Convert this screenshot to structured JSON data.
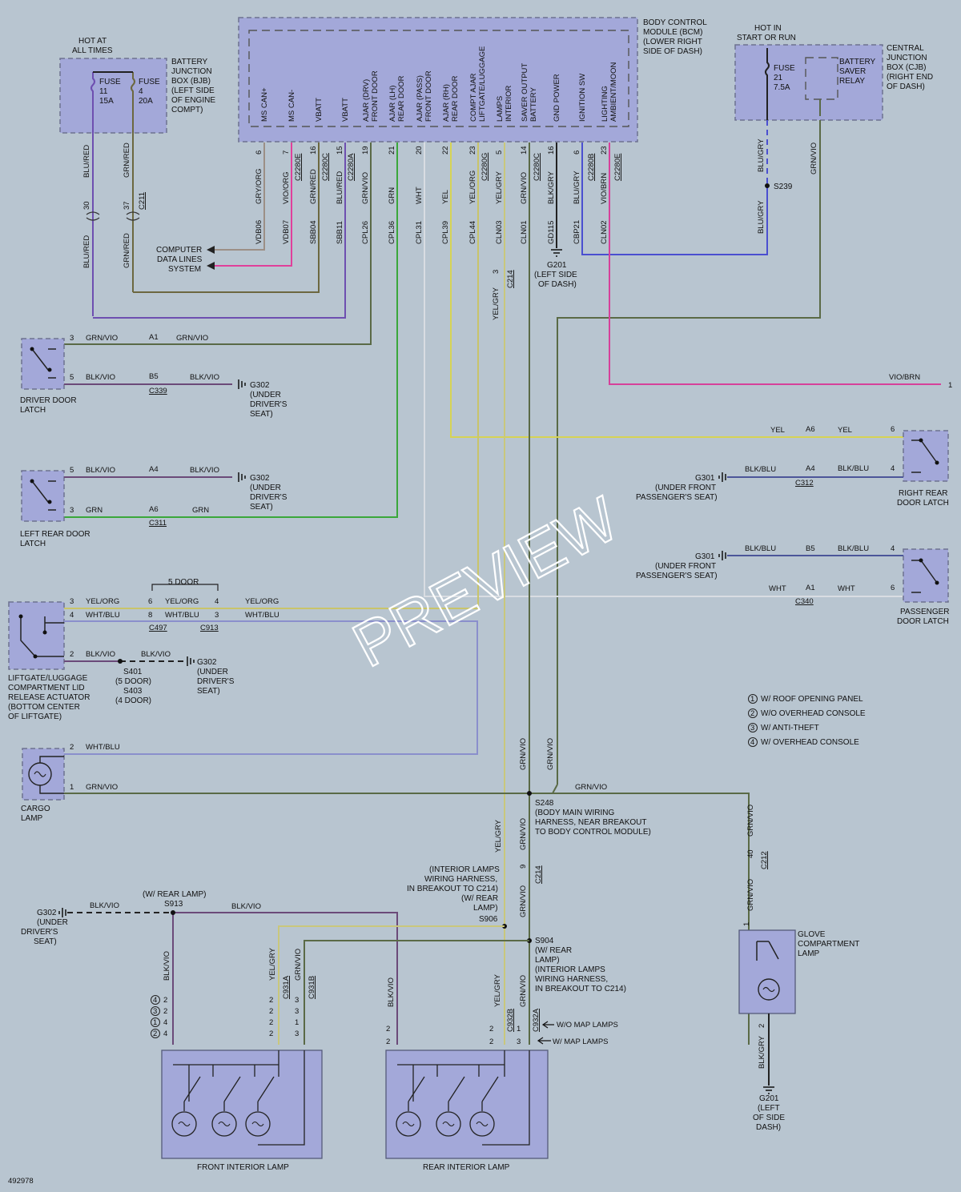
{
  "figure_id": "492978",
  "watermark": "PREVIEW",
  "bcm": {
    "title": [
      "BODY CONTROL",
      "MODULE (BCM)",
      "(LOWER RIGHT",
      "SIDE OF DASH)"
    ],
    "pins": [
      {
        "label": "MS CAN+",
        "pin": "6",
        "wire": "GRY/ORG",
        "circuit": "VDB06"
      },
      {
        "label": "MS CAN-",
        "pin": "7",
        "wire": "VIO/ORG",
        "circuit": "VDB07"
      },
      {
        "label": "VBATT",
        "pin": "16",
        "wire": "GRN/RED",
        "circuit": "SBB04"
      },
      {
        "label": "VBATT",
        "pin": "15",
        "wire": "BLU/RED",
        "circuit": "SBB11"
      },
      {
        "label": "FRONT DOOR AJAR (DRV)",
        "pin": "19",
        "wire": "GRN/VIO",
        "circuit": "CPL26"
      },
      {
        "label": "REAR DOOR AJAR (LH)",
        "pin": "21",
        "wire": "GRN",
        "circuit": "CPL36"
      },
      {
        "label": "FRONT DOOR AJAR (PASS)",
        "pin": "20",
        "wire": "WHT",
        "circuit": "CPL31"
      },
      {
        "label": "REAR DOOR AJAR (RH)",
        "pin": "22",
        "wire": "YEL",
        "circuit": "CPL39"
      },
      {
        "label": "LIFTGATE/LUGGAGE COMPT AJAR",
        "pin": "23",
        "wire": "YEL/ORG",
        "circuit": "CPL44"
      },
      {
        "label": "INTERIOR LAMPS",
        "pin": "5",
        "wire": "YEL/GRY",
        "circuit": "CLN03"
      },
      {
        "label": "BATTERY SAVER OUTPUT",
        "pin": "14",
        "wire": "GRN/VIO",
        "circuit": "CLN01"
      },
      {
        "label": "GND POWER",
        "pin": "16",
        "wire": "BLK/GRY",
        "circuit": "GD115"
      },
      {
        "label": "IGNITION SW",
        "pin": "6",
        "wire": "BLU/GRY",
        "circuit": "CBP21"
      },
      {
        "label": "AMBIENT/MOON LIGHTING",
        "pin": "23",
        "wire": "VIO/BRN",
        "circuit": "CLN02"
      }
    ],
    "connectors": [
      "C2280E",
      "C2280C",
      "C2280A",
      "C2280G",
      "C2280C",
      "C2280B",
      "C2280E"
    ]
  },
  "bjb": {
    "hot": [
      "HOT AT",
      "ALL TIMES"
    ],
    "title": [
      "BATTERY",
      "JUNCTION",
      "BOX (BJB)",
      "(LEFT SIDE",
      "OF ENGINE",
      "COMPT)"
    ],
    "fuse1": [
      "FUSE",
      "11",
      "15A"
    ],
    "fuse2": [
      "FUSE",
      "4",
      "20A"
    ],
    "wire1": "BLU/RED",
    "wire2": "GRN/RED",
    "pin1": "30",
    "pin2": "37",
    "connector": "C211"
  },
  "cjb": {
    "hot": [
      "HOT IN",
      "START OR RUN"
    ],
    "title": [
      "CENTRAL",
      "JUNCTION",
      "BOX (CJB)",
      "(RIGHT END",
      "OF DASH)"
    ],
    "fuse": [
      "FUSE",
      "21",
      "7.5A"
    ],
    "relay": [
      "BATTERY",
      "SAVER",
      "RELAY"
    ],
    "wire1": "BLU/GRY",
    "wire2": "GRN/VIO",
    "splice": "S239"
  },
  "computer_data": [
    "COMPUTER",
    "DATA LINES",
    "SYSTEM"
  ],
  "g201_top": [
    "G201",
    "(LEFT SIDE",
    "OF DASH)"
  ],
  "c214": {
    "pin": "3",
    "name": "C214",
    "wire": "YEL/GRY"
  },
  "driver_door": {
    "name": [
      "DRIVER DOOR",
      "LATCH"
    ],
    "pin3": "3",
    "pin5": "5",
    "wire1": "GRN/VIO",
    "wire2": "BLK/VIO",
    "conn_a": "A1",
    "conn_b": "B5",
    "connector": "C339",
    "ground": [
      "G302",
      "(UNDER",
      "DRIVER'S",
      "SEAT)"
    ]
  },
  "left_rear": {
    "name": [
      "LEFT REAR DOOR",
      "LATCH"
    ],
    "pin5": "5",
    "pin3": "3",
    "wire1": "BLK/VIO",
    "wire2": "GRN",
    "conn_a": "A4",
    "conn_b": "A6",
    "connector": "C311",
    "ground": [
      "G302",
      "(UNDER",
      "DRIVER'S",
      "SEAT)"
    ]
  },
  "right_rear": {
    "name": [
      "RIGHT REAR",
      "DOOR LATCH"
    ],
    "pin6": "6",
    "pin4": "4",
    "wire1": "YEL",
    "wire2": "BLK/BLU",
    "conn_a": "A6",
    "conn_b": "A4",
    "connector": "C312",
    "ground": [
      "G301",
      "(UNDER FRONT",
      "PASSENGER'S SEAT)"
    ]
  },
  "passenger": {
    "name": [
      "PASSENGER",
      "DOOR LATCH"
    ],
    "pin4": "4",
    "pin6": "6",
    "wire1": "BLK/BLU",
    "wire2": "WHT",
    "conn_a": "B5",
    "conn_b": "A1",
    "connector": "C340",
    "ground": [
      "G301",
      "(UNDER FRONT",
      "PASSENGER'S SEAT)"
    ]
  },
  "vio_brn_wire": "VIO/BRN",
  "vio_brn_pin": "1",
  "liftgate": {
    "name": [
      "LIFTGATE/LUGGAGE",
      "COMPARTMENT LID",
      "RELEASE ACTUATOR",
      "(BOTTOM CENTER",
      "OF LIFTGATE)"
    ],
    "door5": "5 DOOR",
    "pins": [
      "3",
      "4",
      "2"
    ],
    "wire_yo": "YEL/ORG",
    "wire_wb": "WHT/BLU",
    "wire_bv": "BLK/VIO",
    "c497_pins": [
      "6",
      "8"
    ],
    "c913_pins": [
      "4",
      "3"
    ],
    "c497": "C497",
    "c913": "C913",
    "splice": [
      "S401",
      "(5 DOOR)",
      "S403",
      "(4 DOOR)"
    ],
    "ground": [
      "G302",
      "(UNDER",
      "DRIVER'S",
      "SEAT)"
    ]
  },
  "cargo": {
    "name": [
      "CARGO",
      "LAMP"
    ],
    "pin2": "2",
    "pin1": "1",
    "wire1": "WHT/BLU",
    "wire2": "GRN/VIO"
  },
  "notes": [
    {
      "n": "1",
      "t": "W/ ROOF OPENING PANEL"
    },
    {
      "n": "2",
      "t": "W/O OVERHEAD CONSOLE"
    },
    {
      "n": "3",
      "t": "W/ ANTI-THEFT"
    },
    {
      "n": "4",
      "t": "W/ OVERHEAD CONSOLE"
    }
  ],
  "s248": [
    "S248",
    "(BODY MAIN WIRING",
    "HARNESS, NEAR BREAKOUT",
    "TO BODY CONTROL MODULE)"
  ],
  "mid": {
    "wire_gv": "GRN/VIO",
    "wire_yg": "YEL/GRY",
    "pin9": "9",
    "c214": "C214",
    "s906_note": [
      "(INTERIOR LAMPS",
      "WIRING HARNESS,",
      "IN BREAKOUT TO C214)",
      "(W/ REAR",
      "LAMP)",
      "S906"
    ],
    "s904": [
      "S904",
      "(W/ REAR",
      "LAMP)",
      "(INTERIOR LAMPS",
      "WIRING HARNESS,",
      "IN BREAKOUT TO C214)"
    ]
  },
  "glove": {
    "name": [
      "GLOVE",
      "COMPARTMENT",
      "LAMP"
    ],
    "wire": "GRN/VIO",
    "pin40": "40",
    "c212": "C212",
    "pin1": "1",
    "pin2": "2",
    "wire_g": "BLK/GRY",
    "ground": [
      "G201",
      "(LEFT",
      "OF SIDE",
      "DASH)"
    ]
  },
  "rear_lamp": {
    "s913": [
      "(W/ REAR LAMP)",
      "S913"
    ],
    "wire": "BLK/VIO",
    "g302": [
      "G302",
      "(UNDER",
      "DRIVER'S",
      "SEAT)"
    ]
  },
  "front_lamp": {
    "name": "FRONT INTERIOR LAMP",
    "wires": [
      "BLK/VIO",
      "YEL/GRY",
      "GRN/VIO"
    ],
    "c931a": "C931A",
    "c931b": "C931B",
    "opt_rows": [
      {
        "n": "4",
        "p": [
          "2",
          "2",
          "3"
        ]
      },
      {
        "n": "3",
        "p": [
          "2",
          "2",
          "3"
        ]
      },
      {
        "n": "1",
        "p": [
          "4",
          "2",
          "1"
        ]
      },
      {
        "n": "2",
        "p": [
          "4",
          "2",
          "3"
        ]
      }
    ]
  },
  "rear_int_lamp": {
    "name": "REAR INTERIOR LAMP",
    "wires": [
      "BLK/VIO",
      "YEL/GRY",
      "GRN/VIO"
    ],
    "c932b": "C932B",
    "c932a": "C932A",
    "pins_top": [
      "2",
      "2",
      "1"
    ],
    "pins_bot": [
      "2",
      "2",
      "3"
    ],
    "wo_map": "W/O MAP LAMPS",
    "w_map": "W/ MAP LAMPS"
  }
}
